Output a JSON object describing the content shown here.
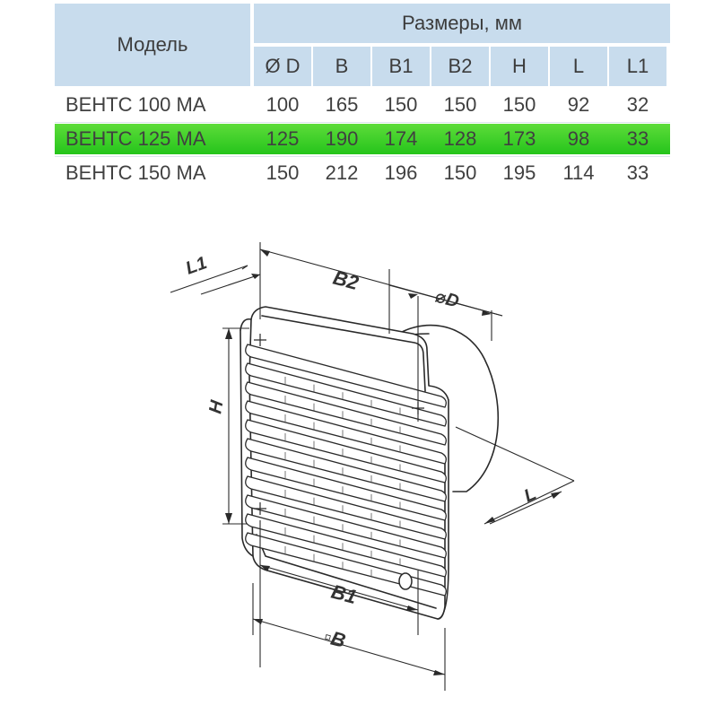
{
  "table": {
    "model_header": "Модель",
    "group_header": "Размеры, мм",
    "columns": [
      "Ø D",
      "B",
      "B1",
      "B2",
      "H",
      "L",
      "L1"
    ],
    "rows": [
      {
        "model": "ВЕНТС 100 МА",
        "values": [
          "100",
          "165",
          "150",
          "150",
          "150",
          "92",
          "32"
        ],
        "highlight": false
      },
      {
        "model": "ВЕНТС 125 МА",
        "values": [
          "125",
          "190",
          "174",
          "128",
          "173",
          "98",
          "33"
        ],
        "highlight": true
      },
      {
        "model": "ВЕНТС 150 МА",
        "values": [
          "150",
          "212",
          "196",
          "150",
          "195",
          "114",
          "33"
        ],
        "highlight": false
      }
    ],
    "highlight_color": "#3fd32c",
    "header_color": "#c8dced"
  },
  "drawing": {
    "labels": {
      "l1": "L1",
      "b2": "B2",
      "d": "⌀D",
      "h": "H",
      "l": "L",
      "b1": "B1",
      "b": "▫B"
    }
  }
}
